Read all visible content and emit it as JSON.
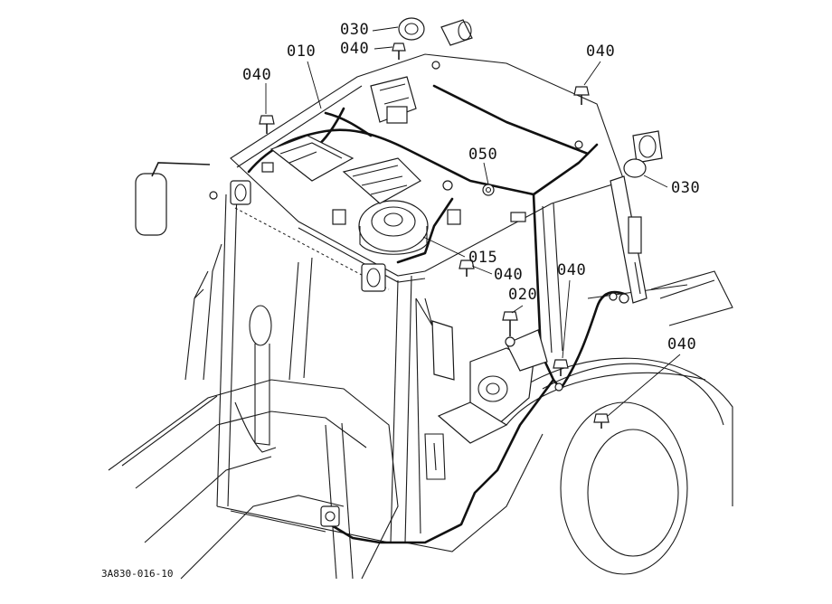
{
  "figure_code": "3A830-016-10",
  "parts": [
    {
      "id": "p030a",
      "label": "030"
    },
    {
      "id": "p040a",
      "label": "040"
    },
    {
      "id": "p010",
      "label": "010"
    },
    {
      "id": "p040b",
      "label": "040"
    },
    {
      "id": "p040c",
      "label": "040"
    },
    {
      "id": "p050",
      "label": "050"
    },
    {
      "id": "p030b",
      "label": "030"
    },
    {
      "id": "p015",
      "label": "015"
    },
    {
      "id": "p040d",
      "label": "040"
    },
    {
      "id": "p040e",
      "label": "040"
    },
    {
      "id": "p020",
      "label": "020"
    },
    {
      "id": "p040f",
      "label": "040"
    }
  ]
}
